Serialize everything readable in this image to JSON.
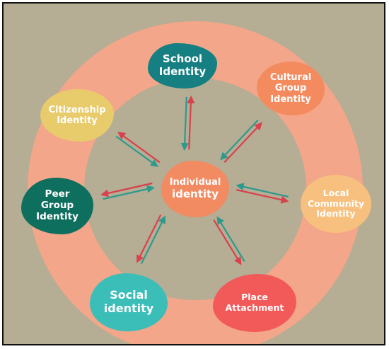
{
  "diagram": {
    "center": {
      "label_line1": "Individual",
      "label_line2": "identity"
    },
    "nodes": {
      "school": {
        "line1": "School",
        "line2": "Identity"
      },
      "cultural": {
        "line1": "Cultural",
        "line2": "Group",
        "line3": "Identity"
      },
      "local": {
        "line1": "Local",
        "line2": "Community",
        "line3": "Identity"
      },
      "place": {
        "line1": "Place",
        "line2": "Attachment"
      },
      "social": {
        "line1": "Social",
        "line2": "identity"
      },
      "peer": {
        "line1": "Peer",
        "line2": "Group",
        "line3": "Identity"
      },
      "citizenship": {
        "line1": "Citizenship",
        "line2": "Identity"
      }
    },
    "colors": {
      "background": "#b5ad94",
      "ring": "#f3a68a",
      "center": "#f28b62",
      "teal": "#167f82",
      "light_teal": "#3bbdb8",
      "orange": "#f48b5f",
      "light_orange": "#f8c07e",
      "yellow": "#e8cb6b",
      "red": "#f25a5a",
      "dark_green": "#0f6f5f",
      "arrow_green": "#2d9a8c",
      "arrow_red": "#d8414d"
    }
  }
}
